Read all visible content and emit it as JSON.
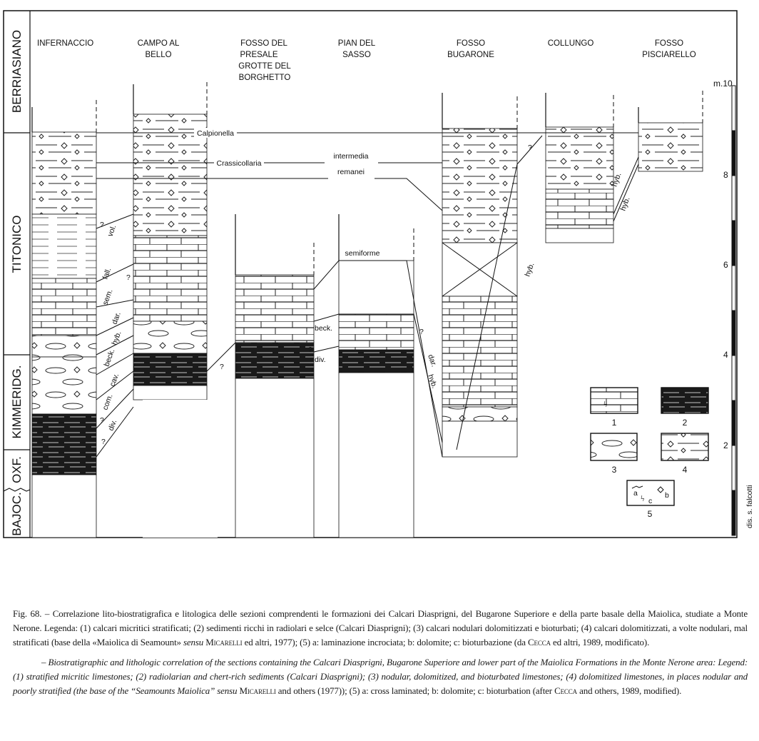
{
  "figure": {
    "stages": [
      "BERRIASIANO",
      "TITONICO",
      "KIMMERIDG.",
      "OXF.",
      "BAJOC."
    ],
    "sections": [
      {
        "name": [
          "INFERNACCIO"
        ]
      },
      {
        "name": [
          "CAMPO AL",
          "BELLO"
        ]
      },
      {
        "name": [
          "FOSSO DEL",
          "PRESALE",
          "GROTTE DEL",
          "BORGHETTO"
        ]
      },
      {
        "name": [
          "PIAN DEL",
          "SASSO"
        ]
      },
      {
        "name": [
          "FOSSO",
          "BUGARONE"
        ]
      },
      {
        "name": [
          "COLLUNGO"
        ]
      },
      {
        "name": [
          "FOSSO",
          "PISCIARELLO"
        ]
      }
    ],
    "correlation_labels": {
      "calpionella": "Calpionella",
      "crassicollaria": "Crassicollaria",
      "intermedia": "intermedia",
      "remanei": "remanei",
      "semiforme": "semiforme",
      "beck": "beck.",
      "div": "div."
    },
    "zone_labels": [
      "vol.",
      "fall.",
      "sem.",
      "dar.",
      "hyb.",
      "beck.",
      "cav.",
      "com.",
      "div.",
      "dar.",
      "hyb.",
      "hyb.",
      "hyb.",
      "hyb."
    ],
    "question": "?",
    "scale": {
      "unit_label": "m.10",
      "ticks": [
        "8",
        "6",
        "4",
        "2"
      ]
    },
    "legend": {
      "items": [
        "1",
        "2",
        "3",
        "4",
        "5"
      ],
      "sub": [
        "a",
        "b",
        "c"
      ]
    },
    "credit": "dis. s. falcotti"
  },
  "caption": {
    "it": {
      "p1": "Fig. 68. – Correlazione lito-biostratigrafica e litologica delle sezioni comprendenti le formazioni dei Calcari Diasprigni, del Bugarone Superiore e della parte basale della Maiolica, studiate a Monte Nerone. Legenda: (1) calcari micritici stratificati; (2) sedimenti ricchi in radiolari e selce (Calcari Diasprigni); (3) calcari nodulari dolomitizzati e bioturbati; (4) calcari dolomitizzati, a volte nodulari, mal stratificati (base della «Maiolica di Seamount» ",
      "sensu": "sensu",
      "author1": "Micarelli",
      "p2": " ed altri, 1977); (5) a: laminazione incrociata; b: dolomite; c: bioturbazione (da ",
      "author2": "Cecca",
      "p3": " ed altri, 1989, modificato)."
    },
    "en": {
      "p1": "– Biostratigraphic and lithologic correlation of the sections containing the Calcari Diasprigni, Bugarone Superiore and lower part of the Maiolica Formations in the Monte Nerone area: Legend: (1) stratified micritic limestones; (2) radiolarian and chert-rich sediments (Calcari Diasprigni); (3) nodular, dolomitized, and bioturbated limestones; (4) dolomitized limestones, in places nodular and poorly stratified (the base of the “Seamounts Maiolica” sensu ",
      "author1": "Micarelli",
      "p2": " and others (1977)); (5) a: cross laminated; b: dolomite; c: bioturbation (after ",
      "author2": "Cecca",
      "p3": " and others, 1989, modified)."
    }
  }
}
